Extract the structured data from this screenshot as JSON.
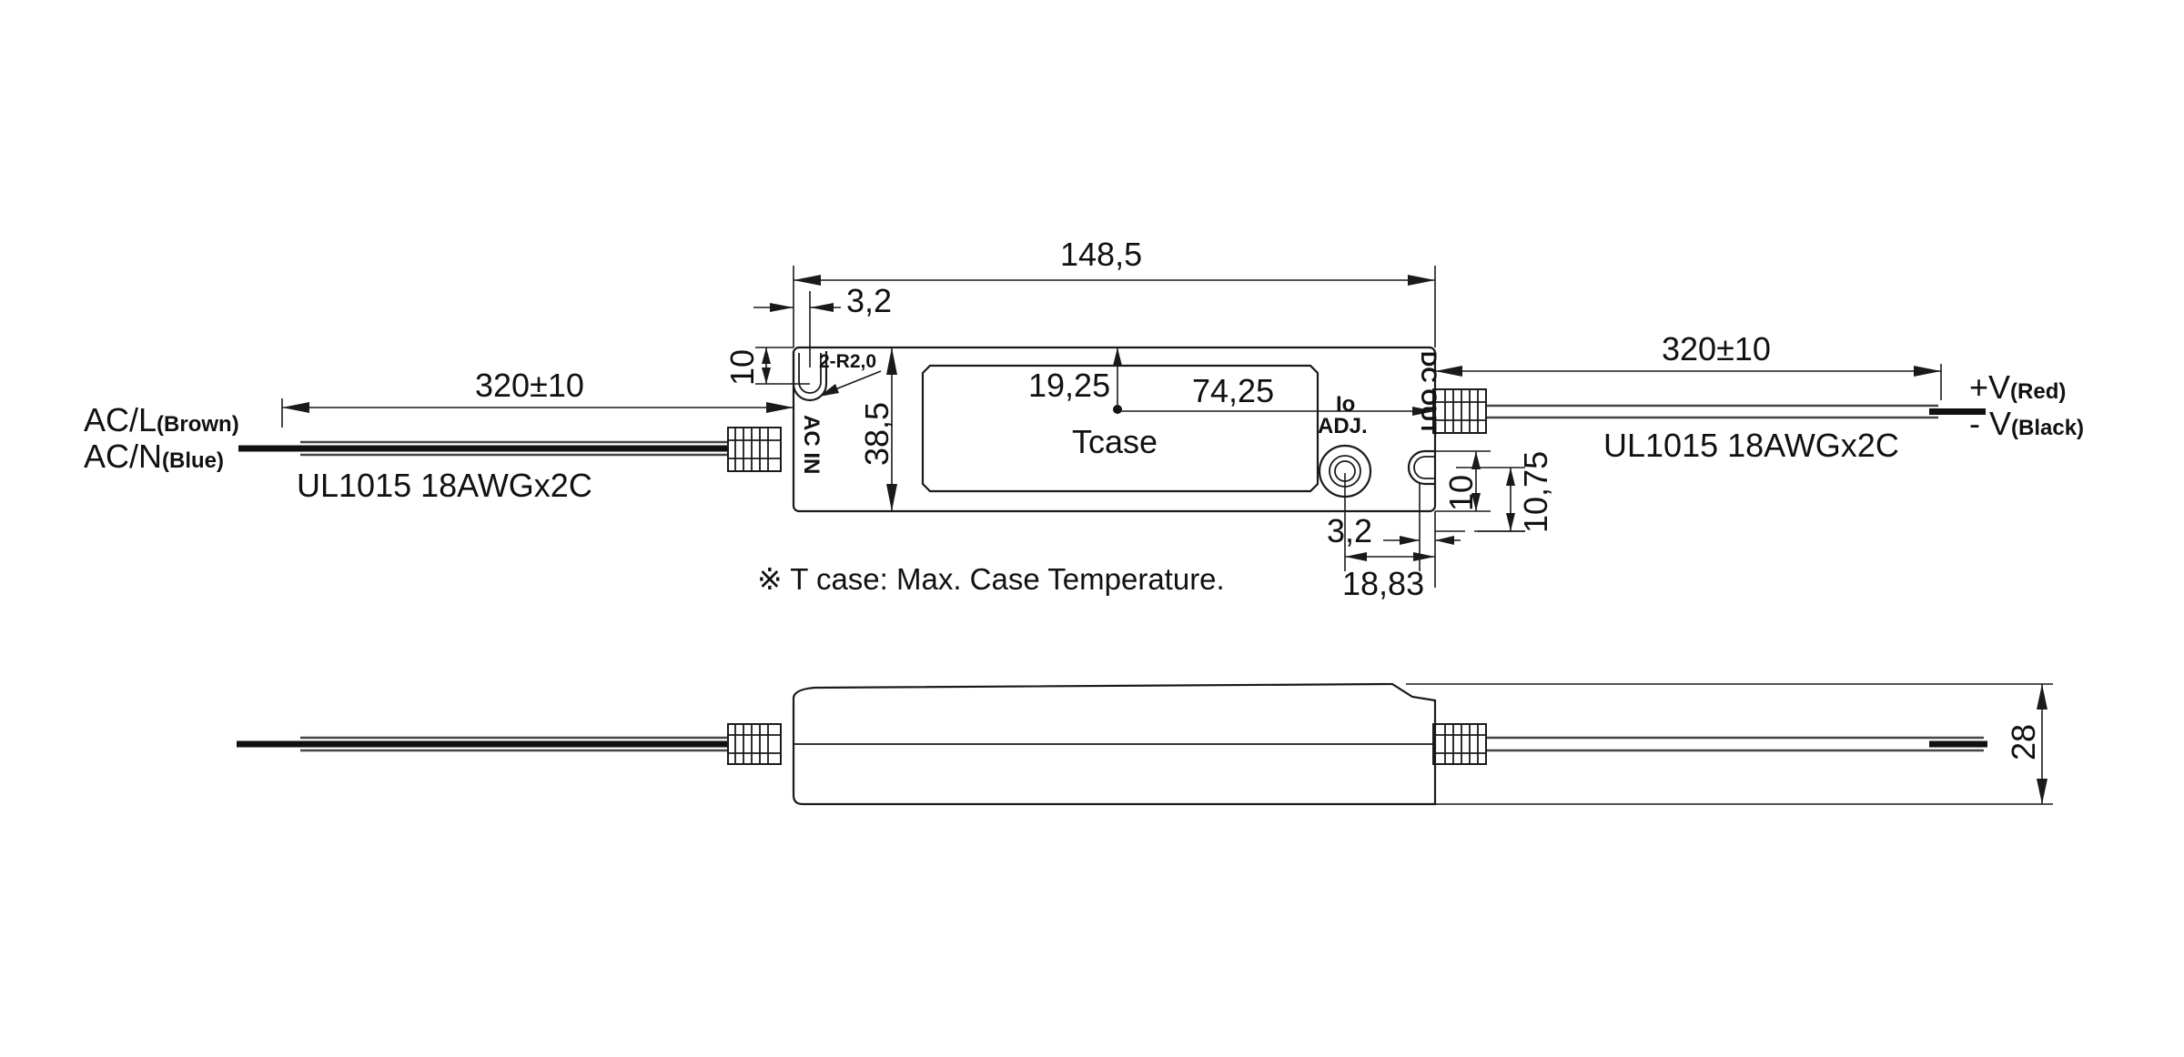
{
  "dimensions": {
    "overall_length": "148,5",
    "hole_offset_x": "3,2",
    "hole_offset_y": "10",
    "hole_spec": "2-R2,0",
    "body_height": "38,5",
    "tcase_x": "19,25",
    "tcase_y": "74,25",
    "right_hole_y": "10",
    "adj_offset_y": "10,75",
    "right_hole_x": "3,2",
    "adj_offset_x": "18,83",
    "side_height": "28",
    "left_cable_length": "320±10",
    "right_cable_length": "320±10"
  },
  "labels": {
    "ac_l": "AC/L",
    "ac_l_color": "(Brown)",
    "ac_n": "AC/N",
    "ac_n_color": "(Blue)",
    "left_cable": "UL1015 18AWGx2C",
    "right_cable": "UL1015 18AWGx2C",
    "v_plus": "+V",
    "v_plus_color": "(Red)",
    "v_minus": "- V",
    "v_minus_color": "(Black)",
    "ac_in": "AC IN",
    "dc_out": "DC OUT",
    "io": "Io",
    "adj": "ADJ.",
    "tcase": "Tcase",
    "note": "※ T case: Max. Case Temperature."
  }
}
